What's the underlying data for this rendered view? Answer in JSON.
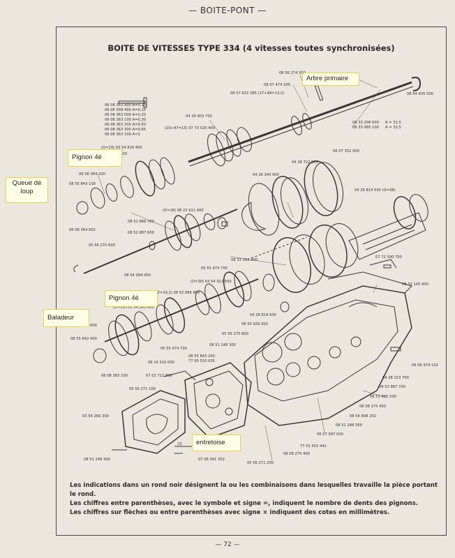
{
  "header": "— BOITE-PONT —",
  "title": "BOITE DE VITESSES TYPE 334 (4 vitesses toutes synchronisées)",
  "callouts": {
    "arbre_primaire": "Arbre primaire",
    "pignon_4e_top": "Pignon 4è",
    "queue_de_loup": "Queue de loup",
    "pignon_4e_bottom": "Pignon 4è",
    "baladeur": "Baladeur",
    "entretoise": "entretoise"
  },
  "part_numbers": {
    "p01": "08 56 274 300",
    "p02": "08 07 474 200",
    "p03": "08 57 615 385 (17+49=13,2)",
    "p04": "08 54 435 500",
    "p05": "08 33 208 600",
    "p06": "08 33 085 100",
    "p07": "A = 31,5",
    "p08": "A = 33,5",
    "p09": "06 08 363 900  A=0,10",
    "p10": "06 06 558 400  A=0,15",
    "p11": "06 08 363 000  A=0,20",
    "p12": "06 08 363 100  A=0,30",
    "p13": "06 08 363 200  A=0,50",
    "p14": "06 08 363 300  A=0,65",
    "p15": "06 08 363 100  A=2",
    "p16": "04 28 903 700",
    "p17": "(20+47=15) 07 73 020 400",
    "p18": "(O=29) 03 54 816 400",
    "p19": "(2 000",
    "p20": "06 08 364 200",
    "p21": "08 55 843 100",
    "p22": "06 07 352 900",
    "p23": "04 28 722 500",
    "p24": "04 28 343 900",
    "p25": "04 28 814 500 (O=38)",
    "p26": "(O=18) 08 23 911 900",
    "p27": "08 52 886 300",
    "p28": "08 52 887 600",
    "p29": "05 56 270 600",
    "p30": "06 08 364 802",
    "p31": "08 33 164 300",
    "p32": "07 72 590 700",
    "p33": "05 55 474 700",
    "p34": "08 54 284 400",
    "p35": "(O=30) 03 54 322 500",
    "p36": "+52=29,2) 06 52 866 800",
    "p37": "(O=29) 03 54 265 800",
    "p38": "04 28 818 600",
    "p39": "08 55 926 000",
    "p40": "08 32 145 900",
    "p41": "04 28 818 600",
    "p42": "08 55 842 400",
    "p43": "05 55 474 700",
    "p44": "05 56 270 800",
    "p45": "08 51 248 300",
    "p46": "06 24 510 000",
    "p47": "06 08 365 100",
    "p48": "07 02 712 800",
    "p49": "08 55 843 200",
    "p50": "77 00 510 035",
    "p51": "05 56 271 100",
    "p52": "03 54 266 300",
    "p53": "08 51 248 300",
    "p54": "07 06 341 302",
    "p55": "05 56 271 200",
    "p56": "08 08 275 400",
    "p57": "77 01 502 441",
    "p58": "06 07 097 000",
    "p59": "08 51 248 300",
    "p60": "08 54 898 202",
    "p61": "06 08 275 400",
    "p62": "08 53 865 500",
    "p63": "08 52 887 700",
    "p64": "04 28 153 700",
    "p65": "06 06 974 102",
    "p66": "23"
  },
  "notes": [
    "Les indications dans un rond noir désignent la ou les combinaisons dans lesquelles travaille la pièce portant le rond.",
    "Les chiffres entre parenthèses, avec le symbole et signe =, indiquent le nombre de dents des pignons.",
    "Les chiffres sur flèches ou entre parenthèses avec signe × indiquent des cotes en millimètres."
  ],
  "page_number": "— 72 —"
}
